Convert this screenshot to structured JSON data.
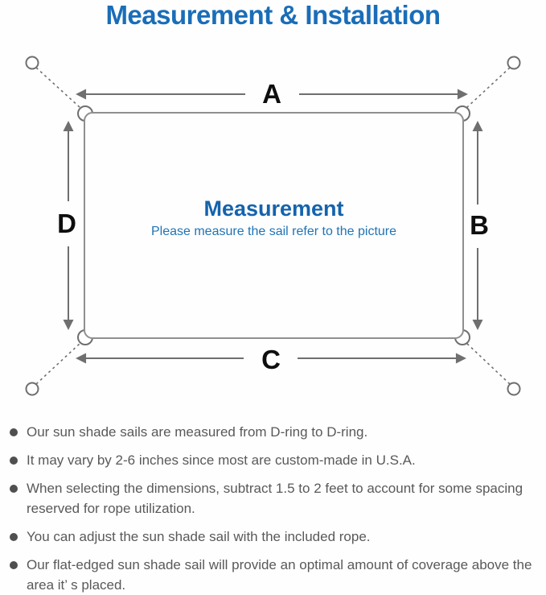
{
  "title": "Measurement & Installation",
  "diagram": {
    "label_top": "A",
    "label_right": "B",
    "label_bottom": "C",
    "label_left": "D",
    "center_title": "Measurement",
    "center_subtitle": "Please measure the sail refer to the picture"
  },
  "notes": [
    "Our sun shade sails are measured from D-ring to D-ring.",
    "It may vary by 2-6 inches since most are custom-made in U.S.A.",
    "When selecting the dimensions, subtract 1.5 to 2 feet to account for some spacing reserved for rope utilization.",
    "You can adjust the sun shade sail with the included rope.",
    "Our flat-edged sun shade sail will provide an optimal amount of coverage above the area it’ s placed."
  ],
  "colors": {
    "title_blue": "#1a6db8",
    "center_title_blue": "#1463ad",
    "subtitle_blue": "#2174b5",
    "diagram_gray": "#6f6f6f",
    "sail_border_gray": "#8f8f8f",
    "note_text_gray": "#595959"
  }
}
